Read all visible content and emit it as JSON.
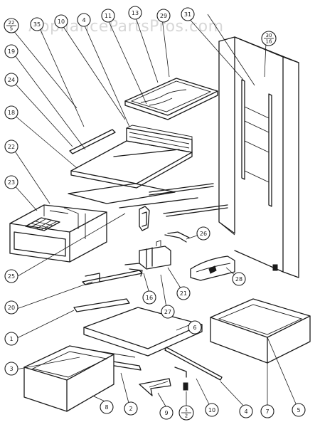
{
  "watermark": "AppliancePartsPros.com",
  "callouts": [
    {
      "id": "c22_5",
      "top": "22",
      "bottom": "5"
    },
    {
      "id": "c35",
      "label": "35"
    },
    {
      "id": "c10",
      "label": "10"
    },
    {
      "id": "c4top",
      "label": "4"
    },
    {
      "id": "c11",
      "label": "11"
    },
    {
      "id": "c13",
      "label": "13"
    },
    {
      "id": "c29",
      "label": "29"
    },
    {
      "id": "c31",
      "label": "31"
    },
    {
      "id": "c30_16",
      "top": "30",
      "bottom": "16"
    },
    {
      "id": "c19",
      "label": "19"
    },
    {
      "id": "c24",
      "label": "24"
    },
    {
      "id": "c18",
      "label": "18"
    },
    {
      "id": "c22",
      "label": "22"
    },
    {
      "id": "c23",
      "label": "23"
    },
    {
      "id": "c26a",
      "label": "26"
    },
    {
      "id": "c25",
      "label": "25"
    },
    {
      "id": "c20",
      "label": "20"
    },
    {
      "id": "c1",
      "label": "1"
    },
    {
      "id": "c3",
      "label": "3"
    },
    {
      "id": "c16",
      "label": "16"
    },
    {
      "id": "c27",
      "label": "27"
    },
    {
      "id": "c21",
      "label": "21"
    },
    {
      "id": "c28",
      "label": "28"
    },
    {
      "id": "c6",
      "label": "6"
    },
    {
      "id": "c8",
      "label": "8"
    },
    {
      "id": "c2",
      "label": "2"
    },
    {
      "id": "c9",
      "label": "9"
    },
    {
      "id": "c1_2",
      "top": "1",
      "bottom": "2"
    },
    {
      "id": "c10b",
      "label": "10"
    },
    {
      "id": "c4b",
      "label": "4"
    },
    {
      "id": "c7",
      "label": "7"
    },
    {
      "id": "c5",
      "label": "5"
    }
  ]
}
